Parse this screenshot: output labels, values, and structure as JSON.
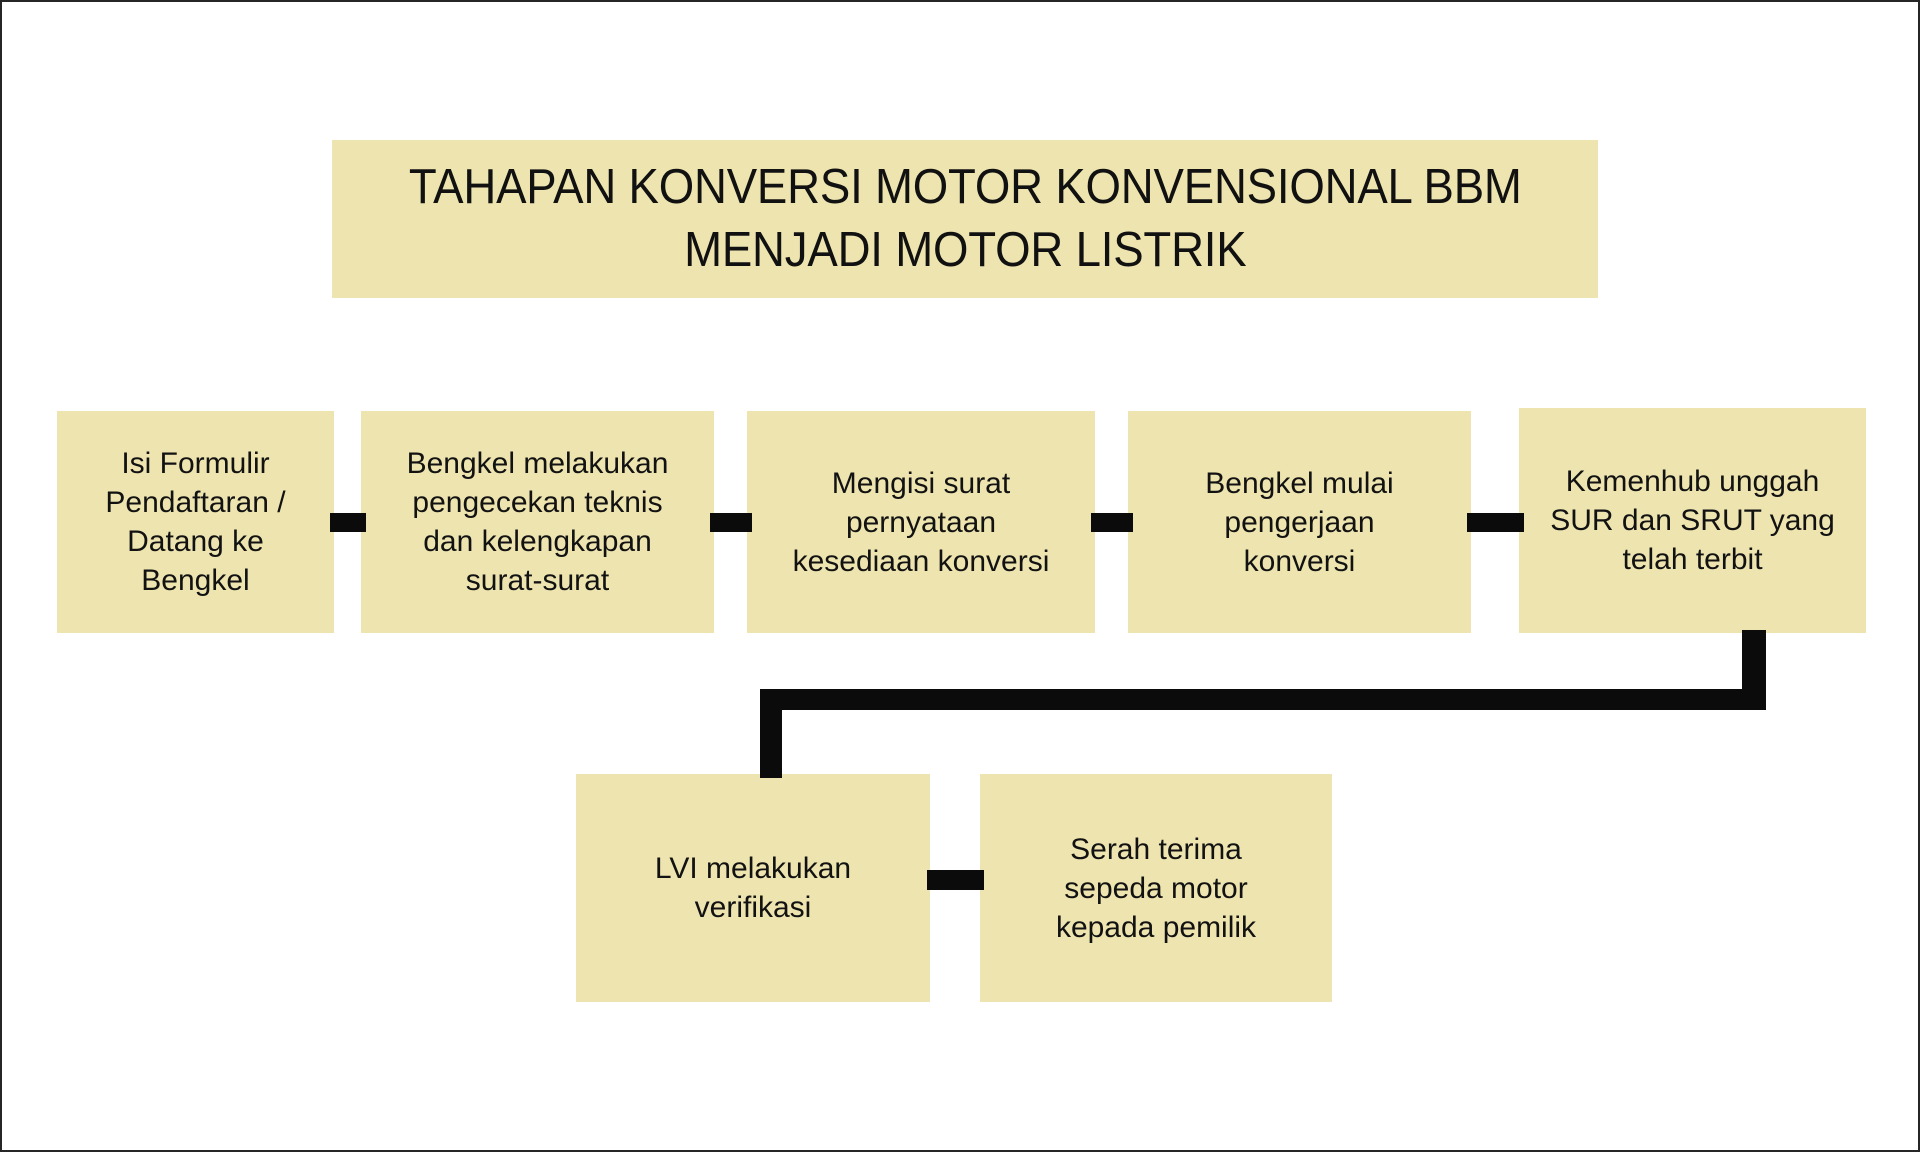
{
  "diagram": {
    "title": "TAHAPAN KONVERSI MOTOR KONVENSIONAL BBM\nMENJADI MOTOR LISTRIK",
    "colors": {
      "node_fill": "#EDE4AF",
      "connector": "#0b0b0b",
      "text": "#121212",
      "background": "#ffffff",
      "frame_border": "#262626"
    },
    "nodes": [
      {
        "id": 1,
        "label": "Isi Formulir\nPendaftaran /\nDatang ke\nBengkel"
      },
      {
        "id": 2,
        "label": "Bengkel melakukan\npengecekan teknis\ndan kelengkapan\nsurat-surat"
      },
      {
        "id": 3,
        "label": "Mengisi surat\npernyataan\nkesediaan konversi"
      },
      {
        "id": 4,
        "label": "Bengkel mulai\npengerjaan\nkonversi"
      },
      {
        "id": 5,
        "label": "Kemenhub unggah\nSUR dan SRUT yang\ntelah terbit"
      },
      {
        "id": 6,
        "label": "LVI melakukan\nverifikasi"
      },
      {
        "id": 7,
        "label": "Serah terima\nsepeda motor\nkepada pemilik"
      }
    ],
    "edges": [
      {
        "from": 1,
        "to": 2,
        "style": "horizontal"
      },
      {
        "from": 2,
        "to": 3,
        "style": "horizontal"
      },
      {
        "from": 3,
        "to": 4,
        "style": "horizontal"
      },
      {
        "from": 4,
        "to": 5,
        "style": "horizontal"
      },
      {
        "from": 5,
        "to": 6,
        "style": "elbow-down-left-down"
      },
      {
        "from": 6,
        "to": 7,
        "style": "horizontal"
      }
    ]
  }
}
